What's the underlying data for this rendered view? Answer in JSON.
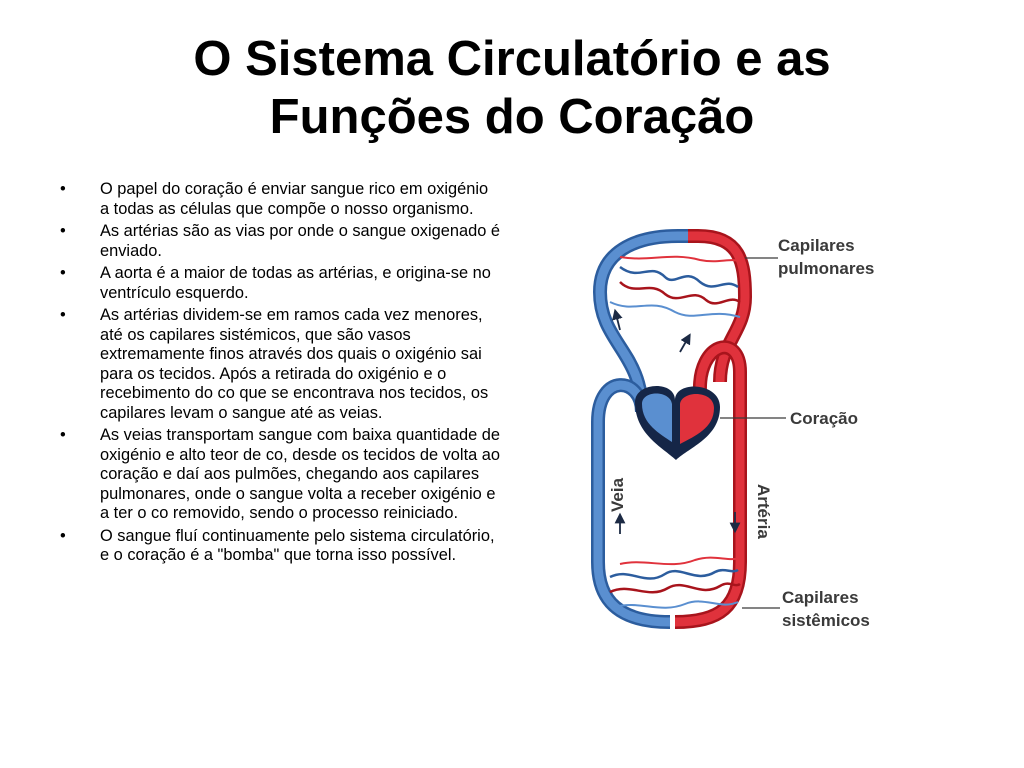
{
  "title": {
    "line1": "O Sistema Circulatório e as",
    "line2": "Funções do Coração"
  },
  "bullet_marker": "•",
  "bullets": [
    "O papel do coração é enviar sangue rico em oxigénio a todas as células que compõe o nosso organismo.",
    "As artérias são as vias por onde o sangue oxigenado é enviado.",
    "A aorta é a maior de todas as artérias, e origina-se no ventrículo esquerdo.",
    "As artérias  dividem-se em ramos cada vez menores, até os capilares sistémicos, que são vasos extremamente finos através dos quais o oxigénio sai para os tecidos. Após a retirada do oxigénio e o recebimento do co que se encontrava nos tecidos, os capilares levam o sangue até as veias.",
    "As veias transportam sangue com baixa quantidade de oxigénio e alto teor de co, desde os tecidos de volta ao coração e daí aos pulmões, chegando aos capilares pulmonares, onde o sangue volta a receber oxigénio e a ter o co removido, sendo o processo reiniciado.",
    "O sangue fluí continuamente pelo sistema circulatório, e o coração é a \"bomba\" que torna isso possível."
  ],
  "diagram": {
    "label_capilares_pulmonares_1": "Capilares",
    "label_capilares_pulmonares_2": "pulmonares",
    "label_coracao": "Coração",
    "label_veia": "Veia",
    "label_arteria": "Artéria",
    "label_capilares_sistemicos_1": "Capilares",
    "label_capilares_sistemicos_2": "sistêmicos",
    "colors": {
      "venous_blue": "#5a8fd0",
      "venous_outline": "#2c5d9e",
      "arterial_red": "#e0323c",
      "arterial_outline": "#a8141c",
      "heart_dark": "#152647"
    }
  }
}
